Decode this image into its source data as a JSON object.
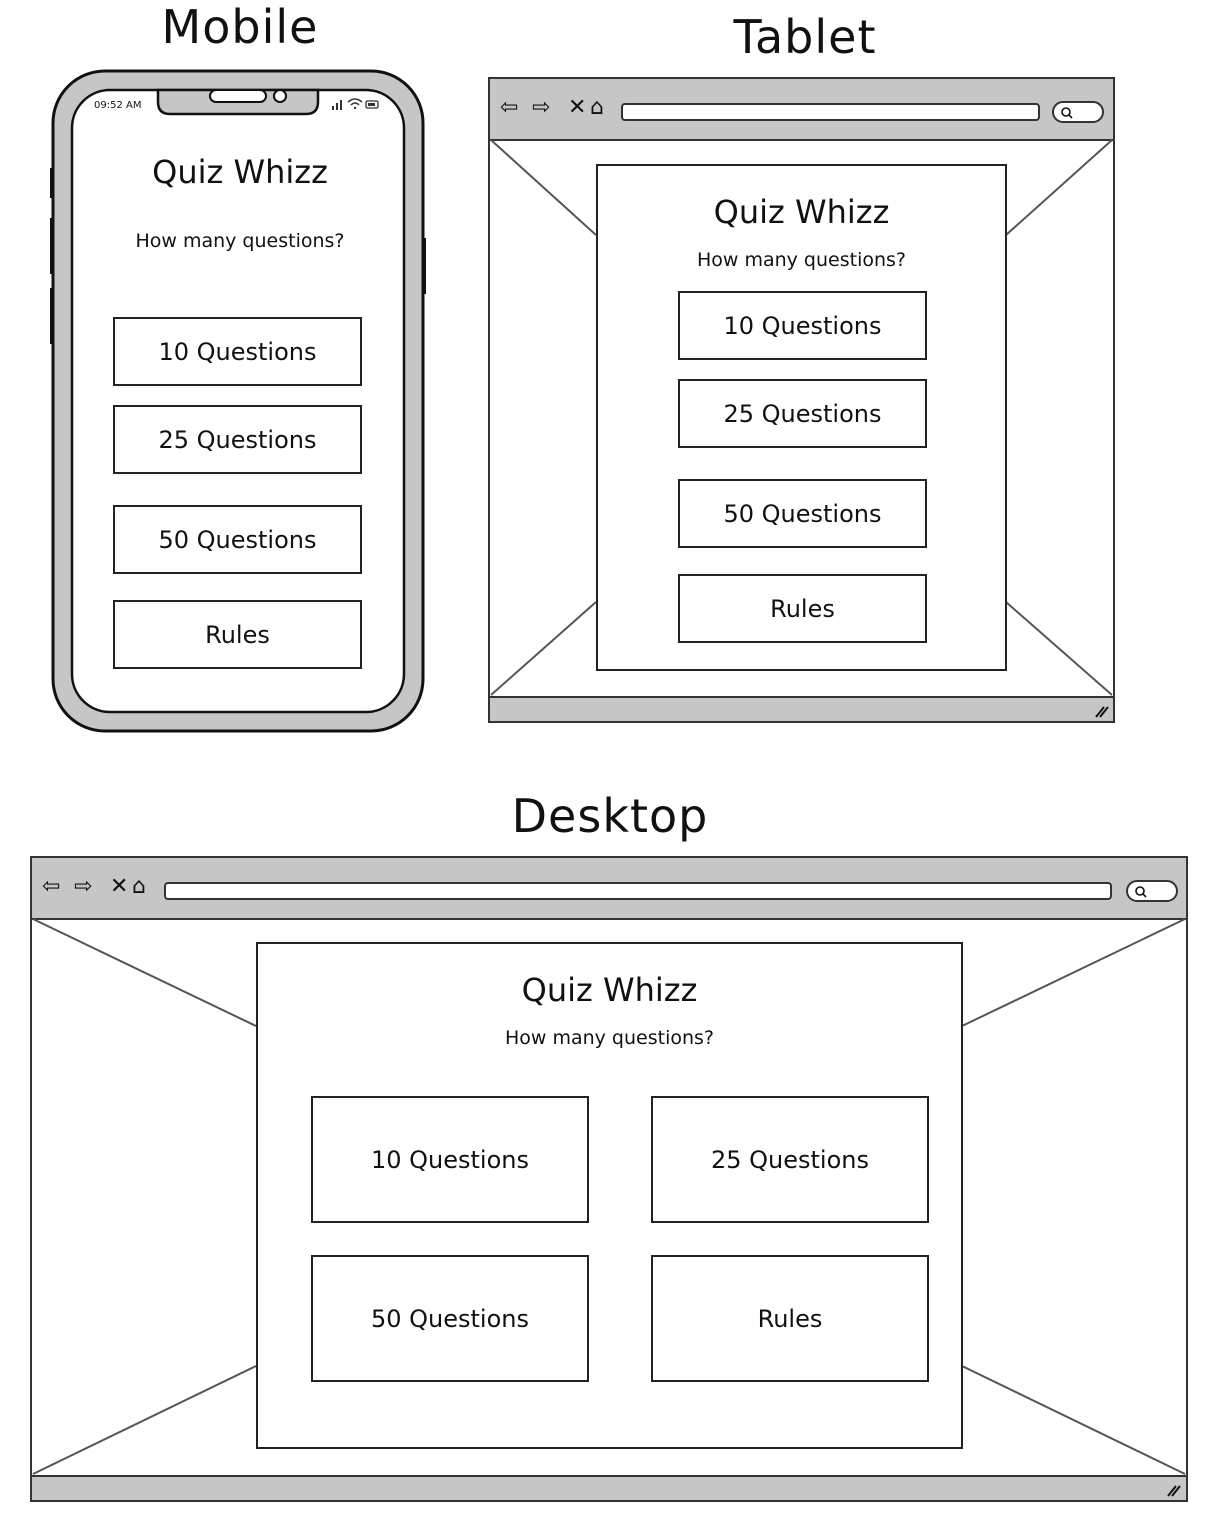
{
  "mobile": {
    "heading": "Mobile",
    "status_time": "09:52 AM",
    "app_title": "Quiz Whizz",
    "question": "How many questions?",
    "buttons": [
      "10 Questions",
      "25 Questions",
      "50 Questions",
      "Rules"
    ]
  },
  "tablet": {
    "heading": "Tablet",
    "app_title": "Quiz Whizz",
    "question": "How many questions?",
    "buttons": [
      "10 Questions",
      "25 Questions",
      "50 Questions",
      "Rules"
    ]
  },
  "desktop": {
    "heading": "Desktop",
    "app_title": "Quiz Whizz",
    "question": "How many questions?",
    "buttons": [
      "10 Questions",
      "25 Questions",
      "50 Questions",
      "Rules"
    ]
  },
  "icons": {
    "back": "back-arrow-icon",
    "forward": "forward-arrow-icon",
    "close": "close-icon",
    "home": "home-icon",
    "search": "search-icon",
    "resize": "resize-grip-icon"
  },
  "colors": {
    "chrome": "#c6c6c6",
    "stroke": "#222222",
    "background": "#ffffff"
  }
}
